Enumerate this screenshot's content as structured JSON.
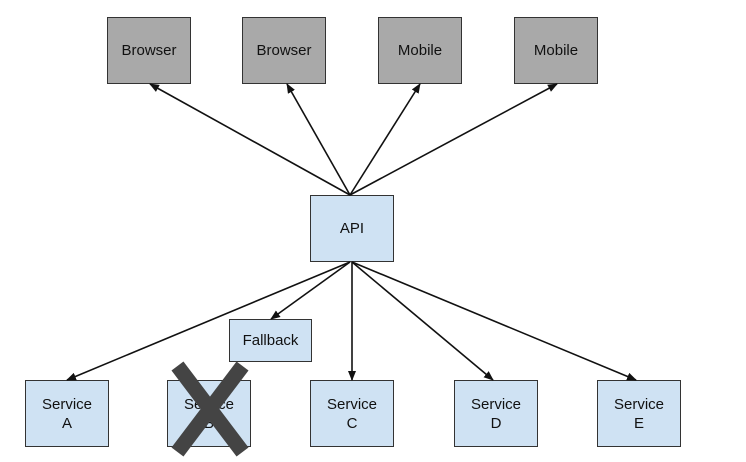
{
  "clients": [
    {
      "label": "Browser"
    },
    {
      "label": "Browser"
    },
    {
      "label": "Mobile"
    },
    {
      "label": "Mobile"
    }
  ],
  "api": {
    "label": "API"
  },
  "fallback": {
    "label": "Fallback"
  },
  "services": [
    {
      "line1": "Service",
      "line2": "A",
      "failed": false
    },
    {
      "line1": "Service",
      "line2": "B",
      "failed": true
    },
    {
      "line1": "Service",
      "line2": "C",
      "failed": false
    },
    {
      "line1": "Service",
      "line2": "D",
      "failed": false
    },
    {
      "line1": "Service",
      "line2": "E",
      "failed": false
    }
  ],
  "failure_mark": {
    "icon": "x-mark-icon",
    "color": "#444444"
  },
  "colors": {
    "client_fill": "#a9a9a9",
    "service_fill": "#cfe2f3",
    "stroke": "#333333",
    "arrow": "#111111"
  }
}
